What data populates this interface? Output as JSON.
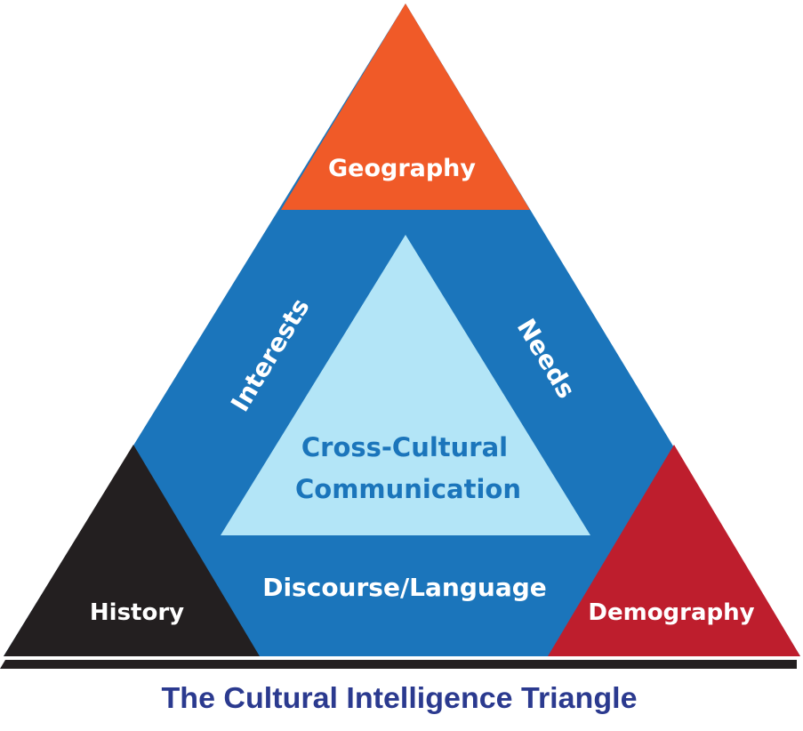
{
  "diagram": {
    "corners": {
      "top": "Geography",
      "bottom_left": "History",
      "bottom_right": "Demography"
    },
    "sides": {
      "left": "Interests",
      "right": "Needs",
      "bottom": "Discourse/Language"
    },
    "center": {
      "line1": "Cross-Cultural",
      "line2": "Communication"
    },
    "caption": "The Cultural Intelligence Triangle"
  },
  "colors": {
    "geography": "#f05a28",
    "history": "#231f20",
    "demography": "#be1e2d",
    "middle_band": "#1b75bb",
    "inner_triangle": "#b3e5f7",
    "center_text": "#1b75bb",
    "caption": "#2b3a8f"
  }
}
